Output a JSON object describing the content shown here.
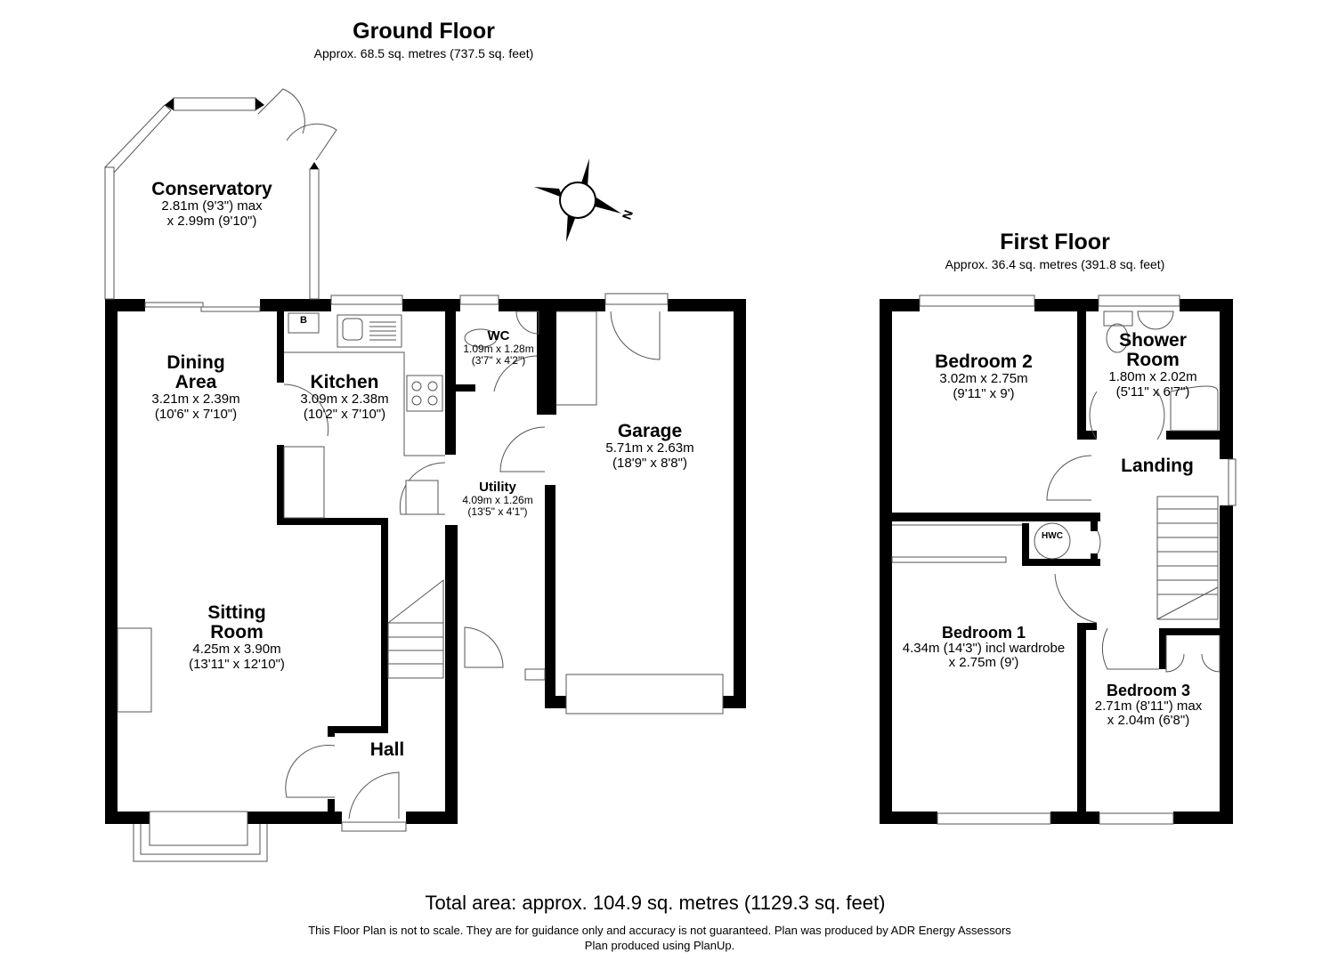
{
  "ground_floor": {
    "title": "Ground Floor",
    "area": "Approx. 68.5 sq. metres (737.5 sq. feet)",
    "rooms": {
      "conservatory": {
        "name": "Conservatory",
        "dim1": "2.81m (9'3\") max",
        "dim2": "x 2.99m (9'10\")"
      },
      "dining": {
        "name1": "Dining",
        "name2": "Area",
        "dim1": "3.21m x 2.39m",
        "dim2": "(10'6\" x 7'10\")"
      },
      "kitchen": {
        "name": "Kitchen",
        "dim1": "3.09m x 2.38m",
        "dim2": "(10'2\" x 7'10\")"
      },
      "wc": {
        "name": "WC",
        "dim1": "1.09m x 1.28m",
        "dim2": "(3'7\" x 4'2\")"
      },
      "utility": {
        "name": "Utility",
        "dim1": "4.09m x 1.26m",
        "dim2": "(13'5\" x 4'1\")"
      },
      "garage": {
        "name": "Garage",
        "dim1": "5.71m x 2.63m",
        "dim2": "(18'9\" x 8'8\")"
      },
      "sitting": {
        "name1": "Sitting",
        "name2": "Room",
        "dim1": "4.25m x 3.90m",
        "dim2": "(13'11\" x 12'10\")"
      },
      "hall": {
        "name": "Hall"
      }
    },
    "boiler_label": "B"
  },
  "first_floor": {
    "title": "First Floor",
    "area": "Approx. 36.4 sq. metres (391.8 sq. feet)",
    "rooms": {
      "bedroom2": {
        "name": "Bedroom 2",
        "dim1": "3.02m x 2.75m",
        "dim2": "(9'11\" x 9')"
      },
      "shower": {
        "name1": "Shower",
        "name2": "Room",
        "dim1": "1.80m x 2.02m",
        "dim2": "(5'11\" x 6'7\")"
      },
      "landing": {
        "name": "Landing"
      },
      "bedroom1": {
        "name": "Bedroom 1",
        "dim1": "4.34m (14'3\") incl wardrobe",
        "dim2": "x 2.75m (9')"
      },
      "bedroom3": {
        "name": "Bedroom 3",
        "dim1": "2.71m (8'11\") max",
        "dim2": "x 2.04m (6'8\")"
      }
    },
    "hwc_label": "HWC"
  },
  "compass": {
    "label": "N"
  },
  "footer": {
    "total": "Total area: approx. 104.9 sq. metres (1129.3 sq. feet)",
    "disclaimer1": "This Floor Plan is not to scale. They are for guidance only and accuracy is not guaranteed. Plan was produced by ADR Energy Assessors",
    "disclaimer2": "Plan produced using PlanUp."
  }
}
